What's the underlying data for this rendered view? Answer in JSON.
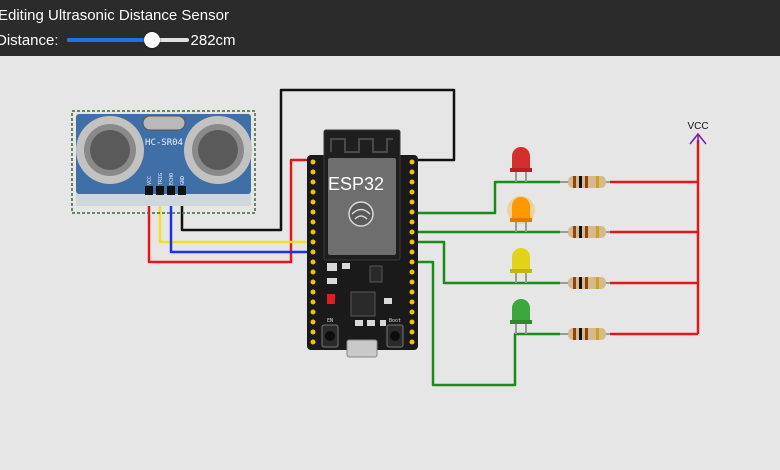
{
  "header": {
    "title": "Editing Ultrasonic Distance Sensor",
    "distance_label": "Distance:",
    "distance_value": "282cm",
    "slider_fraction": 0.7
  },
  "circuit": {
    "sensor": {
      "model": "HC-SR04",
      "pins": [
        "VCC",
        "TRIG",
        "ECHO",
        "GND"
      ]
    },
    "mcu": {
      "name": "ESP32",
      "button_left": "EN",
      "button_right": "Boot"
    },
    "power": {
      "label": "VCC"
    },
    "leds": [
      {
        "color": "red",
        "lit": false,
        "hex": "#d32f2f"
      },
      {
        "color": "orange",
        "lit": true,
        "hex": "#ff9800"
      },
      {
        "color": "yellow",
        "lit": false,
        "hex": "#e2d21a"
      },
      {
        "color": "green",
        "lit": false,
        "hex": "#3aa83a"
      }
    ]
  },
  "colors": {
    "wire_red": "#e3161b",
    "wire_green": "#1a8a1a",
    "wire_blue": "#1f2fe3",
    "wire_yellow": "#f2e21b",
    "wire_black": "#111111",
    "vcc_purple": "#7b1fa2",
    "slider_accent": "#1a73e8"
  }
}
